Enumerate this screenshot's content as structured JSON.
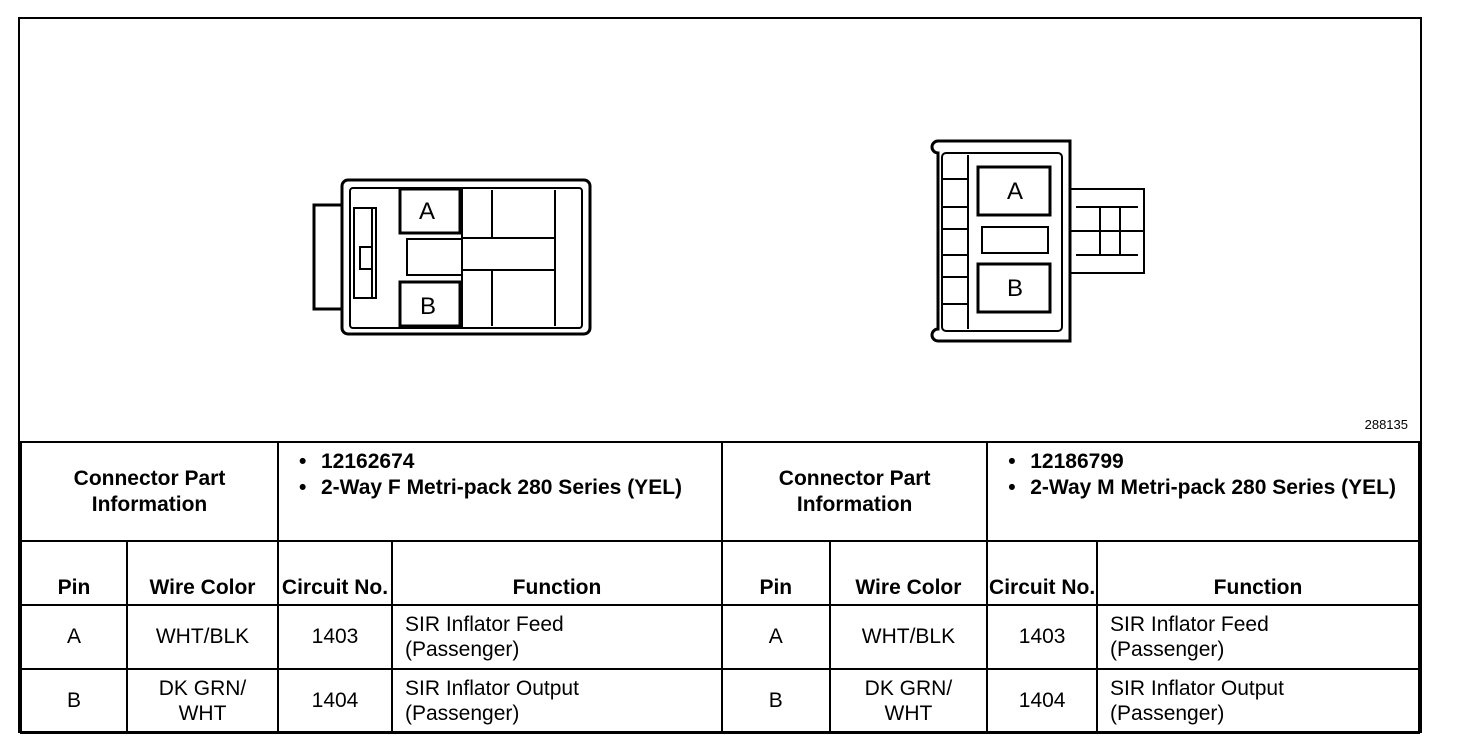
{
  "figure_id": "288135",
  "connectors": [
    {
      "pin_labels": [
        "A",
        "B"
      ],
      "part_info_label": "Connector Part Information",
      "part_items": [
        "12162674",
        "2-Way F Metri-pack 280 Series (YEL)"
      ],
      "col_headers": {
        "pin": "Pin",
        "wire_color": "Wire Color",
        "circuit": "Circuit No.",
        "function": "Function"
      },
      "rows": [
        {
          "pin": "A",
          "wire_color": "WHT/BLK",
          "circuit": "1403",
          "function_line1": "SIR Inflator Feed",
          "function_line2": "(Passenger)"
        },
        {
          "pin": "B",
          "wire_color_line1": "DK GRN/",
          "wire_color_line2": "WHT",
          "circuit": "1404",
          "function_line1": "SIR Inflator Output",
          "function_line2": "(Passenger)"
        }
      ]
    },
    {
      "pin_labels": [
        "A",
        "B"
      ],
      "part_info_label": "Connector Part Information",
      "part_items": [
        "12186799",
        "2-Way M Metri-pack 280 Series (YEL)"
      ],
      "col_headers": {
        "pin": "Pin",
        "wire_color": "Wire Color",
        "circuit": "Circuit No.",
        "function": "Function"
      },
      "rows": [
        {
          "pin": "A",
          "wire_color": "WHT/BLK",
          "circuit": "1403",
          "function_line1": "SIR Inflator Feed",
          "function_line2": "(Passenger)"
        },
        {
          "pin": "B",
          "wire_color_line1": "DK GRN/",
          "wire_color_line2": "WHT",
          "circuit": "1404",
          "function_line1": "SIR Inflator Output",
          "function_line2": "(Passenger)"
        }
      ]
    }
  ]
}
